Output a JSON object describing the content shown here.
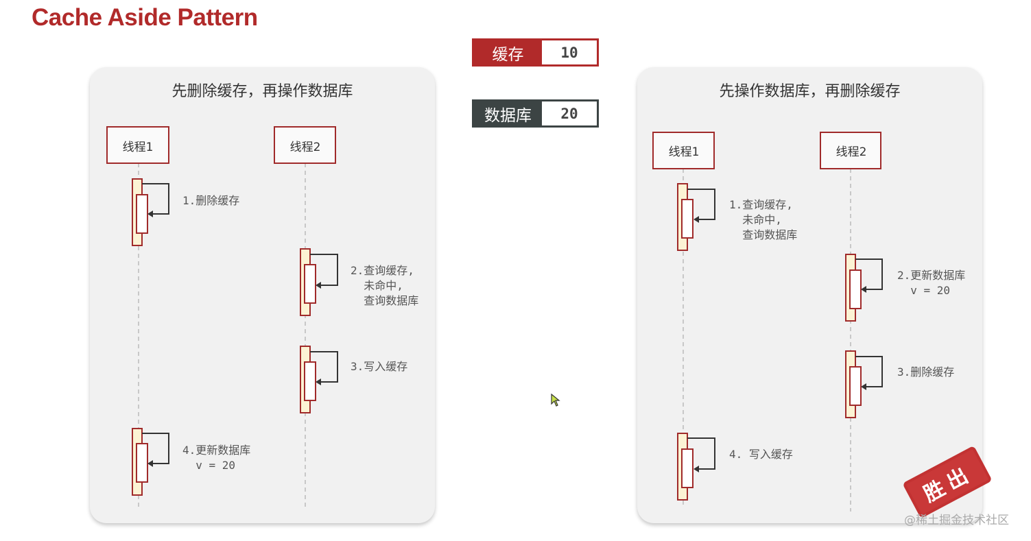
{
  "title": "Cache Aside Pattern",
  "state": {
    "cache": {
      "label": "缓存",
      "value": "10"
    },
    "database": {
      "label": "数据库",
      "value": "20"
    }
  },
  "left_panel": {
    "title": "先删除缓存，再操作数据库",
    "thread1": "线程1",
    "thread2": "线程2",
    "steps": [
      "1.删除缓存",
      "2.查询缓存,\n  未命中,\n  查询数据库",
      "3.写入缓存",
      "4.更新数据库\n  v = 20"
    ]
  },
  "right_panel": {
    "title": "先操作数据库，再删除缓存",
    "thread1": "线程1",
    "thread2": "线程2",
    "steps": [
      "1.查询缓存,\n  未命中,\n  查询数据库",
      "2.更新数据库\n  v = 20",
      "3.删除缓存",
      "4. 写入缓存"
    ]
  },
  "stamp": "胜出",
  "watermark": "@稀土掘金技术社区",
  "colors": {
    "accent": "#b12a2a",
    "dark": "#3c4444",
    "activation_fill": "#fcf3d4"
  }
}
